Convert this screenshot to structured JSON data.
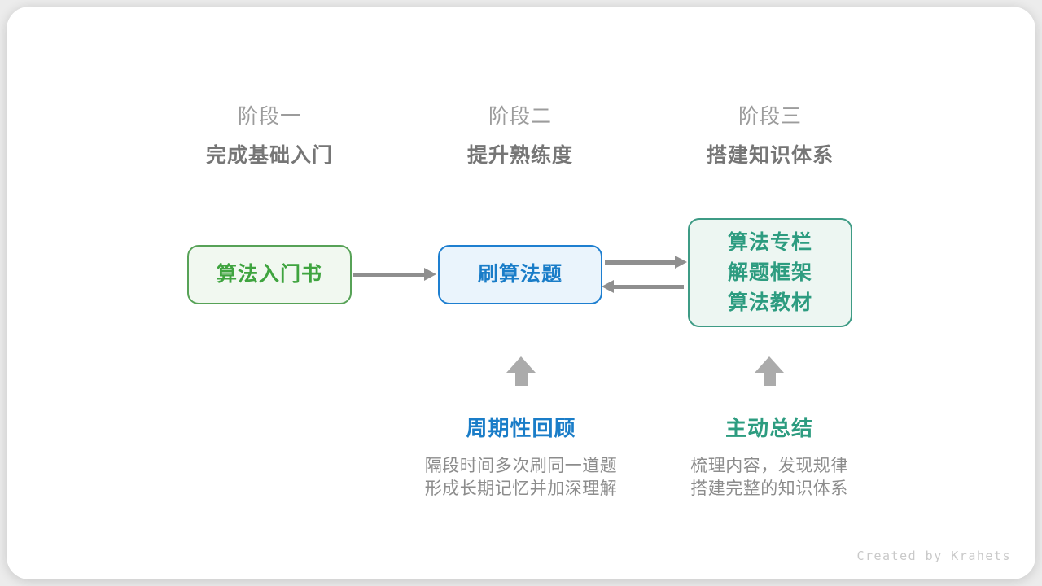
{
  "colors": {
    "green_border": "#57a257",
    "green_text": "#3fa43f",
    "green_bg": "#f1f8f0",
    "blue_border": "#1e7fd0",
    "blue_text": "#1a7dc8",
    "blue_bg": "#eaf4fc",
    "teal_border": "#3e9b85",
    "teal_text": "#2d9c80",
    "teal_bg": "#edf6f2",
    "arrow_gray": "#8f8f8f",
    "block_arrow_gray": "#ababab",
    "stage_label_gray": "#9c9c9c",
    "stage_subtitle_gray": "#767676",
    "desc_gray": "#8c8c8c"
  },
  "stages": [
    {
      "label": "阶段一",
      "subtitle": "完成基础入门"
    },
    {
      "label": "阶段二",
      "subtitle": "提升熟练度"
    },
    {
      "label": "阶段三",
      "subtitle": "搭建知识体系"
    }
  ],
  "boxes": [
    {
      "lines": [
        "算法入门书"
      ]
    },
    {
      "lines": [
        "刷算法题"
      ]
    },
    {
      "lines": [
        "算法专栏",
        "解题框架",
        "算法教材"
      ]
    }
  ],
  "annotations": [
    {
      "title": "周期性回顾",
      "desc_line1": "隔段时间多次刷同一道题",
      "desc_line2": "形成长期记忆并加深理解"
    },
    {
      "title": "主动总结",
      "desc_line1": "梳理内容，发现规律",
      "desc_line2": "搭建完整的知识体系"
    }
  ],
  "credit": "Created by Krahets"
}
